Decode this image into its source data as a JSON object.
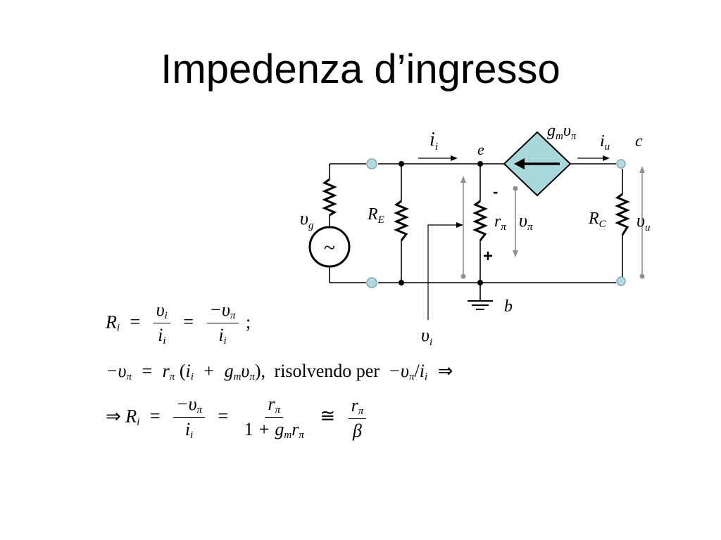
{
  "title": "Impedenza d’ingresso",
  "circuit": {
    "ii": {
      "main": "i",
      "sub": "i"
    },
    "e": "e",
    "gmvpi": {
      "g": "g",
      "gsub": "m",
      "v": "υ",
      "vsub": "π"
    },
    "iu": {
      "main": "i",
      "sub": "u"
    },
    "c": "c",
    "vg": {
      "main": "υ",
      "sub": "g"
    },
    "RE": {
      "main": "R",
      "sub": "E"
    },
    "minus": "-",
    "plus": "+",
    "rpi": {
      "main": "r",
      "sub": "π"
    },
    "vpi": {
      "main": "υ",
      "sub": "π"
    },
    "RC": {
      "main": "R",
      "sub": "C"
    },
    "vu": {
      "main": "υ",
      "sub": "u"
    },
    "b": "b",
    "vi": {
      "main": "υ",
      "sub": "i"
    },
    "tilde": "~"
  },
  "equations": {
    "eq1": {
      "R": "R",
      "Rsub": "i",
      "eqsign": "=",
      "n1": "υ",
      "n1sub": "i",
      "d1": "i",
      "d1sub": "i",
      "n2": "−υ",
      "n2sub": "π",
      "d2": "i",
      "d2sub": "i",
      "end": ";"
    },
    "eq2": {
      "lhs": "−υ",
      "lhssub": "π",
      "eqsign": "=",
      "r": "r",
      "rsub": "π",
      "open": "(",
      "i": "i",
      "isub": "i",
      "plus": "+",
      "g": "g",
      "gsub": "m",
      "v": "υ",
      "vsub": "π",
      "close": "),",
      "text": "risolvendo per",
      "q": "−υ",
      "qsub": "π",
      "slash": "/",
      "qi": "i",
      "qisub": "i",
      "implies": "⇒"
    },
    "eq3": {
      "implies": "⇒",
      "R": "R",
      "Rsub": "i",
      "eqsign": "=",
      "n1": "−υ",
      "n1sub": "π",
      "d1": "i",
      "d1sub": "i",
      "n2": "r",
      "n2sub": "π",
      "d2a": "1",
      "d2plus": "+",
      "d2g": "g",
      "d2gsub": "m",
      "d2r": "r",
      "d2rsub": "π",
      "approx": "≅",
      "n3": "r",
      "n3sub": "π",
      "d3": "β"
    }
  }
}
